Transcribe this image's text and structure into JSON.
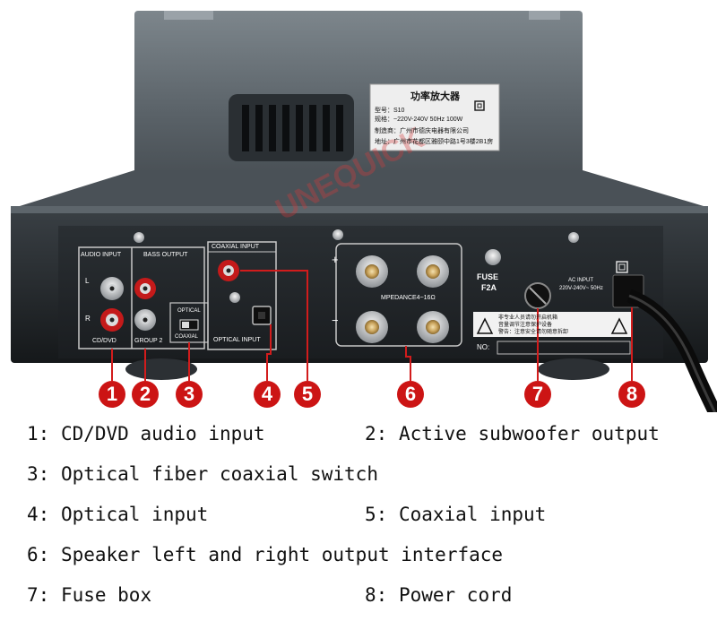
{
  "plate": {
    "title": "功率放大器",
    "model": "型号：S10",
    "spec": "规格：~220V-240V 50Hz 100W",
    "maker": "制造商：广州市德庆电器有限公司",
    "address": "地址：广州市花都区雅颐中路1号3楼2B1房"
  },
  "panel": {
    "audio_input": "AUDIO INPUT",
    "bass_output": "BASS OUTPUT",
    "coaxial_input": "COAXIAL INPUT",
    "left_mark": "L",
    "right_mark": "R",
    "cd_dvd": "CD/DVD",
    "group2": "GROUP 2",
    "optical_switch_top": "OPTICAL",
    "optical_switch_bottom": "COAXIAL",
    "optical_input": "OPTICAL INPUT",
    "plus": "+",
    "minus": "−",
    "impedance": "MPEDANCE4~16Ω",
    "fuse": "FUSE",
    "fuse_rating": "F2A",
    "ac_input": "AC INPUT",
    "ac_rating": "220V-240V~ 50Hz",
    "warning_line1": "非专业人员请勿开启机箱",
    "warning_line2": "音量调节注意保护设备",
    "warning_line3": "警告：注意安全请勿随意拆卸",
    "serial": "NO:"
  },
  "watermark": "UNEQUICK",
  "badges": [
    "1",
    "2",
    "3",
    "4",
    "5",
    "6",
    "7",
    "8"
  ],
  "legend": [
    {
      "num": "1:",
      "text": "CD/DVD audio input"
    },
    {
      "num": "2:",
      "text": "Active subwoofer output"
    },
    {
      "num": "3:",
      "text": "Optical fiber coaxial switch"
    },
    {
      "num": "4:",
      "text": "Optical input"
    },
    {
      "num": "5:",
      "text": "Coaxial input"
    },
    {
      "num": "6:",
      "text": "Speaker left and right output interface"
    },
    {
      "num": "7:",
      "text": "Fuse box"
    },
    {
      "num": "8:",
      "text": "Power cord"
    }
  ],
  "colors": {
    "badge": "#cc1414",
    "chassis": "#1e2326",
    "plate": "#eeeeee"
  }
}
